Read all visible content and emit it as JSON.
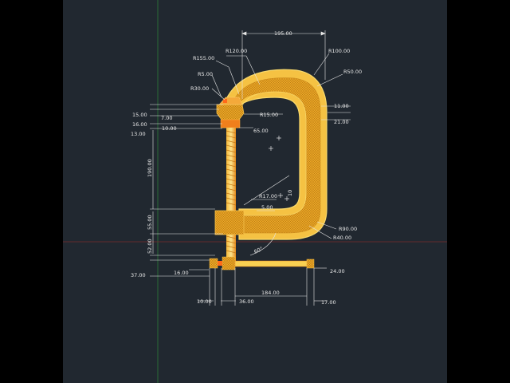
{
  "colors": {
    "background": "#212830",
    "outer_frame": "#000000",
    "grid_axis_green": "#2e8b3a",
    "grid_axis_red": "#8b2e2e",
    "clamp_body": "#f3b330",
    "clamp_light": "#f9d96b",
    "clamp_orange": "#f08a1f",
    "dimension_line": "#e6e6e6"
  },
  "dimensions": {
    "d195": "195.00",
    "r120": "R120.00",
    "r100": "R100.00",
    "r155": "R155.00",
    "r50": "R50.00",
    "r5": "R5.00",
    "r30": "R30.00",
    "d15": "15.00",
    "d7": "7.00",
    "d16": "16.00",
    "d10a": "10.00",
    "d13": "13.00",
    "r15": "R15.00",
    "d65": "65.00",
    "d11": "11.00",
    "d21": "21.00",
    "d190": "190.00",
    "r17": "R17.00",
    "d5": "5.00",
    "d10v": "10",
    "d55": "55.00",
    "d52": "52.00",
    "d60": "60°",
    "r90": "R90.00",
    "r40": "R40.00",
    "d37": "37.00",
    "d16b": "16.00",
    "d24": "24.00",
    "d184": "184.00",
    "d10b": "10.00",
    "d36": "36.00",
    "d17": "17.00"
  }
}
